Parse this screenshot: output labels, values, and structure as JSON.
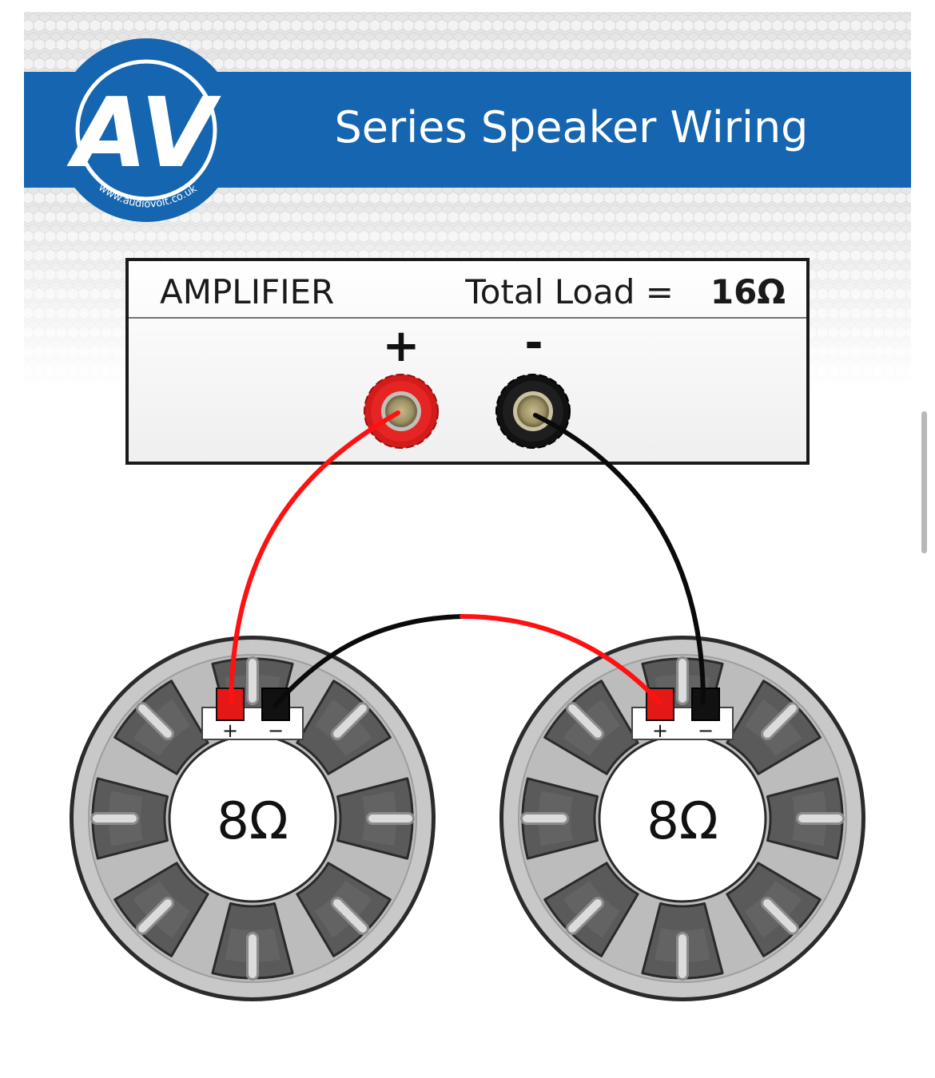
{
  "header": {
    "title": "Series Speaker Wiring",
    "logo_text": "AV",
    "logo_url": "www.audiovolt.co.uk",
    "band_color": "#1565b0"
  },
  "amplifier": {
    "label": "AMPLIFIER",
    "total_load_label": "Total Load =",
    "total_load_value": "16Ω",
    "plus_symbol": "+",
    "minus_symbol": "-"
  },
  "speakers": [
    {
      "impedance": "8Ω",
      "plus_label": "+",
      "minus_label": "−"
    },
    {
      "impedance": "8Ω",
      "plus_label": "+",
      "minus_label": "−"
    }
  ],
  "colors": {
    "positive_wire": "#ff1111",
    "negative_wire": "#0a0a0a",
    "speaker_frame": "#c8c8c8",
    "speaker_cone": "#5a5a5a"
  }
}
